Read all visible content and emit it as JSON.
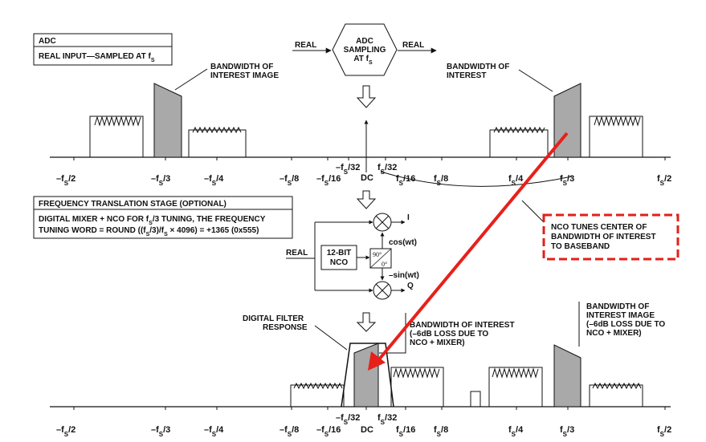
{
  "adc_box": {
    "title": "ADC",
    "subtitle_prefix": "REAL INPUT—SAMPLED AT f",
    "subtitle_sub": "S"
  },
  "sampler": {
    "line1": "ADC",
    "line2": "SAMPLING",
    "line3_prefix": "AT f",
    "line3_sub": "S",
    "input_label": "REAL",
    "output_label": "REAL"
  },
  "top_labels": {
    "bw_image": [
      "BANDWIDTH OF",
      "INTEREST IMAGE"
    ],
    "bw": [
      "BANDWIDTH OF",
      "INTEREST"
    ]
  },
  "axis_ticks": {
    "neg_fs_2": [
      "–f",
      "S",
      "/2"
    ],
    "neg_fs_3": [
      "–f",
      "S",
      "/3"
    ],
    "neg_fs_4": [
      "–f",
      "S",
      "/4"
    ],
    "neg_fs_8": [
      "–f",
      "S",
      "/8"
    ],
    "neg_fs_16": [
      "–f",
      "S",
      "/16"
    ],
    "neg_fs_32": [
      "–f",
      "S",
      "/32"
    ],
    "dc": "DC",
    "fs_32": [
      "f",
      "S",
      "/32"
    ],
    "fs_16": [
      "f",
      "S",
      "/16"
    ],
    "fs_8": [
      "f",
      "S",
      "/8"
    ],
    "fs_4": [
      "f",
      "S",
      "/4"
    ],
    "fs_3": [
      "f",
      "S",
      "/3"
    ],
    "fs_2": [
      "f",
      "S",
      "/2"
    ]
  },
  "translation_box": {
    "title": "FREQUENCY TRANSLATION STAGE (OPTIONAL)",
    "line1_prefix": "DIGITAL MIXER + NCO FOR f",
    "line1_sub": "S",
    "line1_suffix": "/3 TUNING, THE FREQUENCY",
    "line2_prefix": "TUNING WORD = ROUND ((f",
    "line2_sub1": "S",
    "line2_mid": "/3)/f",
    "line2_sub2": "S",
    "line2_suffix": " × 4096) = +1365 (0x555)"
  },
  "mixer": {
    "input_label": "REAL",
    "nco_line1": "12-BIT",
    "nco_line2": "NCO",
    "phase_top": "90°",
    "phase_bottom": "0°",
    "i_label": "I",
    "q_label": "Q",
    "cos_label": "cos(wt)",
    "sin_label": "–sin(wt)"
  },
  "callout": {
    "lines": [
      "NCO TUNES CENTER OF",
      "BANDWIDTH OF INTEREST",
      "TO BASEBAND"
    ],
    "border_color": "#e0201b"
  },
  "bottom_labels": {
    "filter": [
      "DIGITAL FILTER",
      "RESPONSE"
    ],
    "bw_loss": [
      "BANDWIDTH OF INTEREST",
      "(–6dB LOSS DUE TO",
      "NCO + MIXER)"
    ],
    "bw_image_loss": [
      "BANDWIDTH OF",
      "INTEREST IMAGE",
      "(–6dB LOSS DUE TO",
      "NCO + MIXER)"
    ]
  },
  "colors": {
    "arrow": "#e8201a",
    "band_fill": "#a9a9a9",
    "line": "#111111"
  }
}
